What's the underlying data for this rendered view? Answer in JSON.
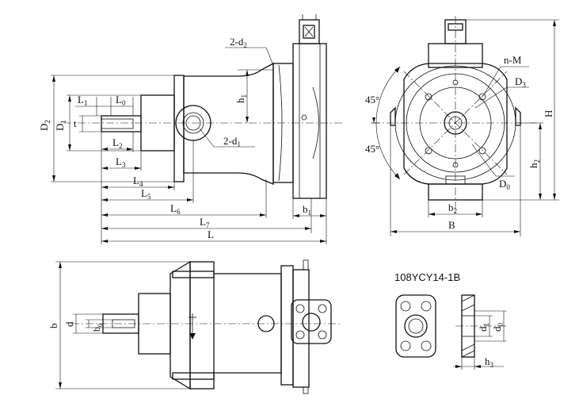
{
  "labels": {
    "D2": "D",
    "D2_sub": "2",
    "D1": "D",
    "D1_sub": "1",
    "L1": "L",
    "L1_sub": "1",
    "L0": "L",
    "L0_sub": "0",
    "t": "t",
    "L2": "L",
    "L2_sub": "2",
    "L3": "L",
    "L3_sub": "3",
    "L4": "L",
    "L4_sub": "4",
    "L5": "L",
    "L5_sub": "5",
    "L6": "L",
    "L6_sub": "6",
    "L7": "L",
    "L7_sub": "7",
    "L": "L",
    "d2": "2-d",
    "d2_sub": "2",
    "h1": "h",
    "h1_sub": "1",
    "d1": "2-d",
    "d1_sub": "1",
    "b1": "b",
    "b1_sub": "1",
    "nM": "n-M",
    "D3": "D",
    "D3_sub": "3",
    "angle_top": "45°",
    "angle_bottom": "45°",
    "D0": "D",
    "D0_sub": "0",
    "H": "H",
    "h2": "h",
    "h2_sub": "2",
    "b2": "b",
    "b2_sub": "2",
    "B": "B",
    "b": "b",
    "d": "d",
    "b0": "b",
    "b0_sub": "0",
    "flange_title": "108YCY14-1B",
    "fd1": "d",
    "fd1_sub": "1",
    "fd0": "d",
    "fd0_sub": "0",
    "h3": "h",
    "h3_sub": "3"
  }
}
